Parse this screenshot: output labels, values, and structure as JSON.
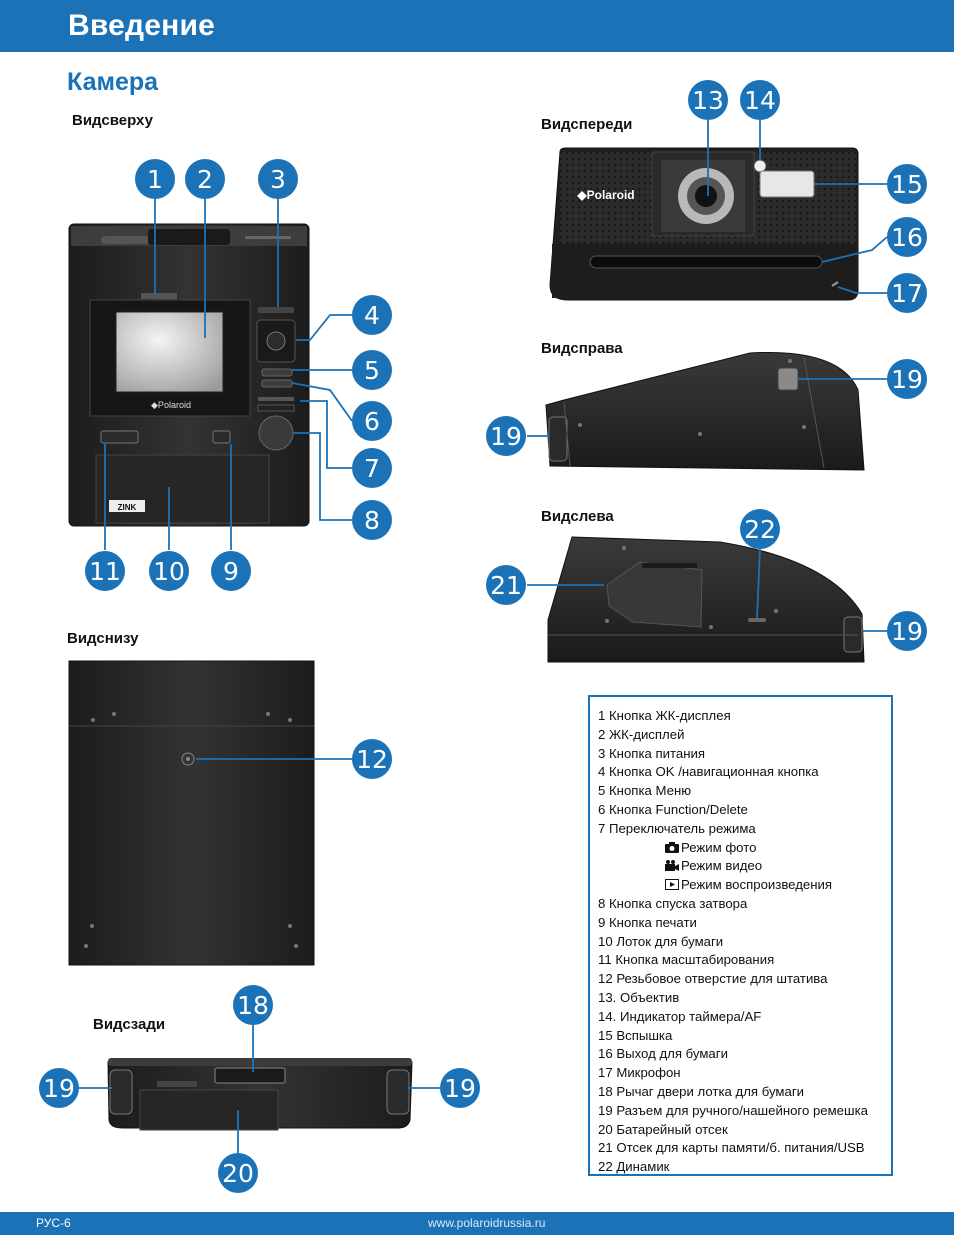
{
  "header": {
    "title": "Введение"
  },
  "section": {
    "title": "Камера"
  },
  "views": {
    "top": "Видсверху",
    "front": "Видспереди",
    "right": "Видсправа",
    "left": "Видслева",
    "bottom": "Видснизу",
    "back": "Видсзади"
  },
  "camera": {
    "brand": "Polaroid",
    "zink": "ZINK"
  },
  "callouts": [
    "1",
    "2",
    "3",
    "4",
    "5",
    "6",
    "7",
    "8",
    "9",
    "10",
    "11",
    "12",
    "13",
    "14",
    "15",
    "16",
    "17",
    "18",
    "19",
    "20",
    "21",
    "22"
  ],
  "legend": {
    "items": [
      "1 Кнопка ЖК-дисплея",
      "2 ЖК-дисплей",
      "3 Кнопка питания",
      "4 Кнопка OK /навигационная кнопка",
      "5 Кнопка Меню",
      "6 Кнопка Function/Delete",
      "7 Переключатель режима"
    ],
    "modes": [
      "Режим фото",
      "Режим видео",
      "Режим воспроизведения"
    ],
    "items2": [
      "8 Кнопка спуска затвора",
      "9 Кнопка печати",
      "10 Лоток для бумаги",
      "11 Кнопка масштабирования",
      "12 Резьбовое отверстие для штатива",
      "13. Объектив",
      "14. Индикатор таймера/AF",
      "15 Вспышка",
      "16 Выход для бумаги",
      "17 Микрофон",
      "18 Рычаг двери лотка для бумаги",
      "19 Разъем для ручного/нашейного ремешка",
      "20 Батарейный отсек",
      "21 Отсек для карты памяти/б. питания/USB",
      "22 Динамик"
    ]
  },
  "footer": {
    "page": "РУС-6",
    "url": "www.polaroidrussia.ru"
  },
  "colors": {
    "accent": "#1b72b7",
    "body": "#2a2a2a"
  }
}
